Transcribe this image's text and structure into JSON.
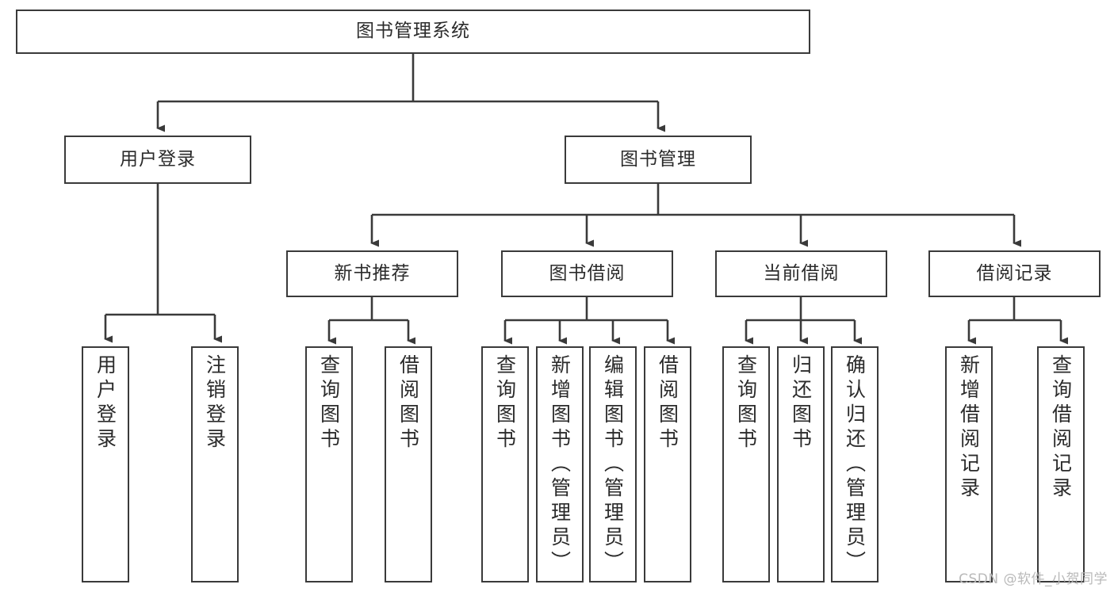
{
  "diagram": {
    "title": "图书管理系统",
    "type": "tree",
    "stroke_color": "#3a3a3a",
    "text_color": "#2b2b2b",
    "background_color": "#ffffff",
    "watermark": "CSDN @软件_小贺同学",
    "watermark_color": "#b9b9b9"
  },
  "nodes": {
    "root": {
      "label": "图书管理系统"
    },
    "l2": [
      {
        "label": "用户登录"
      },
      {
        "label": "图书管理"
      }
    ],
    "l3": [
      {
        "label": "新书推荐"
      },
      {
        "label": "图书借阅"
      },
      {
        "label": "当前借阅"
      },
      {
        "label": "借阅记录"
      }
    ],
    "leaves": [
      {
        "label": "用户登录"
      },
      {
        "label": "注销登录"
      },
      {
        "label": "查询图书"
      },
      {
        "label": "借阅图书"
      },
      {
        "label": "查询图书"
      },
      {
        "label": "新增图书（管理员）"
      },
      {
        "label": "编辑图书（管理员）"
      },
      {
        "label": "借阅图书"
      },
      {
        "label": "查询图书"
      },
      {
        "label": "归还图书"
      },
      {
        "label": "确认归还（管理员）"
      },
      {
        "label": "新增借阅记录"
      },
      {
        "label": "查询借阅记录"
      }
    ]
  },
  "chart_data": {
    "type": "tree",
    "title": "图书管理系统",
    "root": "图书管理系统",
    "edges": [
      [
        "图书管理系统",
        "用户登录"
      ],
      [
        "图书管理系统",
        "图书管理"
      ],
      [
        "用户登录",
        "用户登录"
      ],
      [
        "用户登录",
        "注销登录"
      ],
      [
        "图书管理",
        "新书推荐"
      ],
      [
        "图书管理",
        "图书借阅"
      ],
      [
        "图书管理",
        "当前借阅"
      ],
      [
        "图书管理",
        "借阅记录"
      ],
      [
        "新书推荐",
        "查询图书"
      ],
      [
        "新书推荐",
        "借阅图书"
      ],
      [
        "图书借阅",
        "查询图书"
      ],
      [
        "图书借阅",
        "新增图书（管理员）"
      ],
      [
        "图书借阅",
        "编辑图书（管理员）"
      ],
      [
        "图书借阅",
        "借阅图书"
      ],
      [
        "当前借阅",
        "查询图书"
      ],
      [
        "当前借阅",
        "归还图书"
      ],
      [
        "当前借阅",
        "确认归还（管理员）"
      ],
      [
        "借阅记录",
        "新增借阅记录"
      ],
      [
        "借阅记录",
        "查询借阅记录"
      ]
    ],
    "levels": [
      [
        "图书管理系统"
      ],
      [
        "用户登录",
        "图书管理"
      ],
      [
        "新书推荐",
        "图书借阅",
        "当前借阅",
        "借阅记录"
      ],
      [
        "用户登录",
        "注销登录",
        "查询图书",
        "借阅图书",
        "查询图书",
        "新增图书（管理员）",
        "编辑图书（管理员）",
        "借阅图书",
        "查询图书",
        "归还图书",
        "确认归还（管理员）",
        "新增借阅记录",
        "查询借阅记录"
      ]
    ]
  }
}
